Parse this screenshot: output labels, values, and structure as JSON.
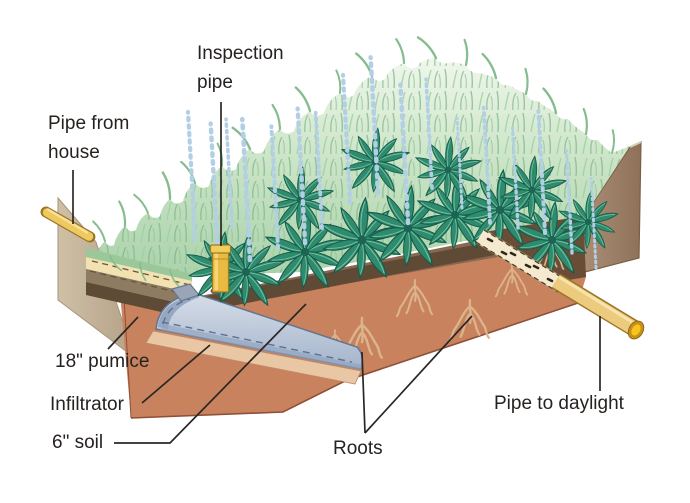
{
  "figure": {
    "labels": {
      "inspection_pipe": "Inspection pipe",
      "pipe_from_house": "Pipe from house",
      "pumice": "18\" pumice",
      "infiltrator": "Infiltrator",
      "soil": "6\" soil",
      "roots": "Roots",
      "pipe_to_daylight": "Pipe to daylight"
    },
    "colors": {
      "background": "#ffffff",
      "label_text": "#262220",
      "grass_green": "#c3e0c0",
      "plant_green": "#2e8b6d",
      "flower_blue": "#b3cfe6",
      "topsoil_brown": "#5f4a36",
      "pumice_red": "#c8825e",
      "infiltrator_gray_blue": "#b9c4d6",
      "pipe_yellow": "#eec95f",
      "native_soil_tan": "#9c8570"
    }
  }
}
